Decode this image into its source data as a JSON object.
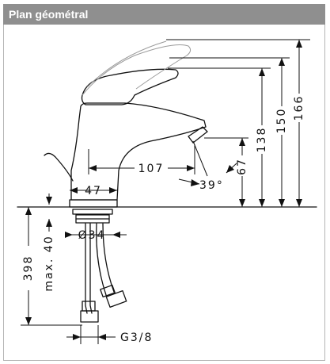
{
  "header": {
    "title": "Plan géométral"
  },
  "dimensions": {
    "d166": "166",
    "d150": "150",
    "d138": "138",
    "d107": "107",
    "d67": "67",
    "angle": "39°",
    "d47": "47",
    "d34": "Ø34",
    "d398": "398",
    "max40": "max. 40",
    "thread": "G3/8"
  }
}
